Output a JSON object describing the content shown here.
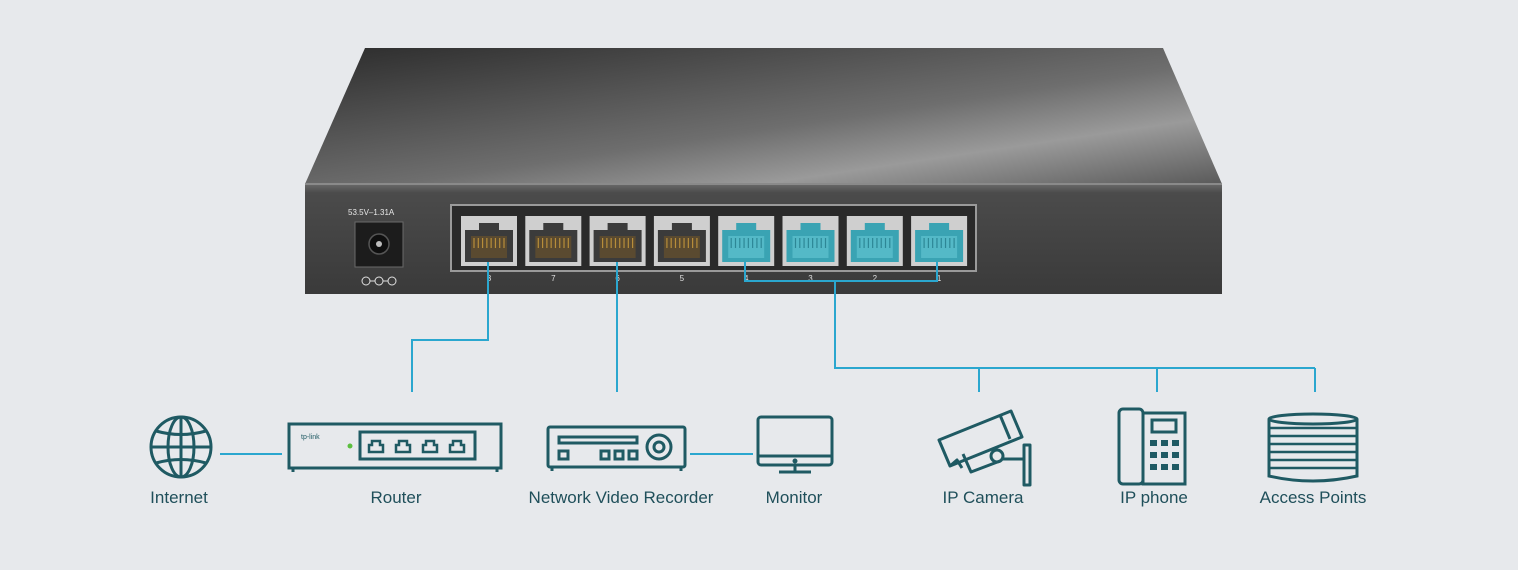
{
  "switch": {
    "power_rating": "53.5V–1.31A",
    "port_numbers": [
      "8",
      "7",
      "6",
      "5",
      "4",
      "3",
      "2",
      "1"
    ],
    "poe_ports_color": "#3aa3b3",
    "standard_ports_color": "#4a4a4a"
  },
  "colors": {
    "background": "#e7e9ec",
    "connection_line": "#2ba7cf",
    "icon_stroke": "#1f5a63",
    "router_indicator": "#5cbf3f"
  },
  "devices": {
    "internet": {
      "label": "Internet",
      "icon": "globe-icon"
    },
    "router": {
      "label": "Router",
      "icon": "router-icon",
      "brand": "tp-link"
    },
    "nvr": {
      "label": "Network Video Recorder",
      "icon": "nvr-icon"
    },
    "monitor": {
      "label": "Monitor",
      "icon": "monitor-icon"
    },
    "ip_camera": {
      "label": "IP Camera",
      "icon": "camera-icon"
    },
    "ip_phone": {
      "label": "IP phone",
      "icon": "phone-icon"
    },
    "access_points": {
      "label": "Access Points",
      "icon": "access-point-icon"
    }
  }
}
